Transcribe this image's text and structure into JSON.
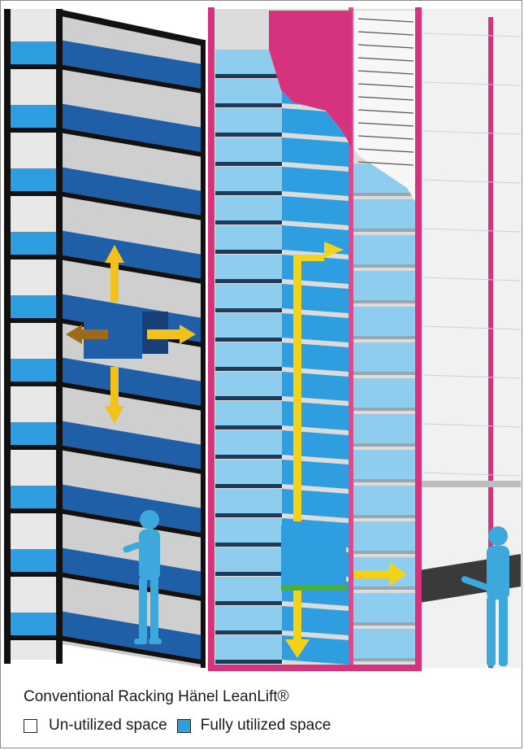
{
  "caption": {
    "left_label": "Conventional Racking",
    "right_label": "Hänel LeanLift®"
  },
  "legend": [
    {
      "label": "Un-utilized space",
      "color": "#ffffff"
    },
    {
      "label": "Fully utilized space",
      "color": "#2f9ee0"
    }
  ],
  "colors": {
    "rack_frame": "#111111",
    "leanlift_frame": "#d6337e",
    "tray_blue": "#2f9ee0",
    "tray_light": "#8fcdee",
    "tray_dark": "#1f5fa8",
    "arrow": "#f3d21a",
    "figure": "#3da8dc"
  }
}
